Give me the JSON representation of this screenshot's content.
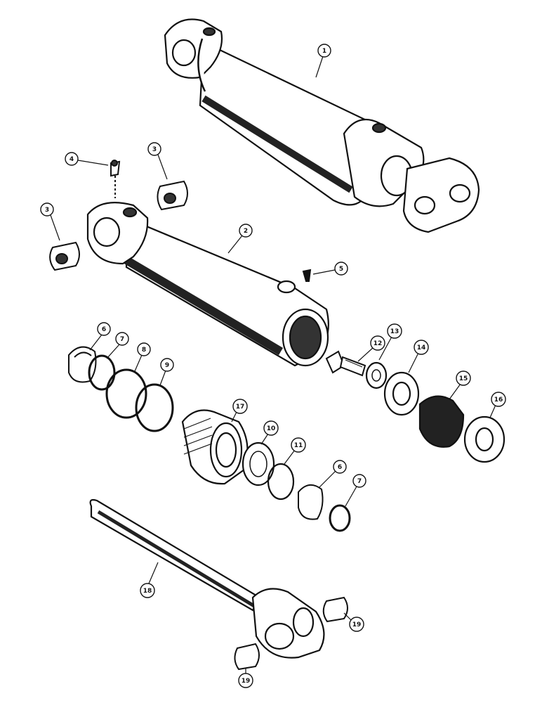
{
  "diagram": {
    "colors": {
      "ink": "#111111",
      "paper": "#ffffff",
      "shade": "#222222"
    },
    "callouts": [
      {
        "id": "c1",
        "text": "1"
      },
      {
        "id": "c2",
        "text": "2"
      },
      {
        "id": "c3a",
        "text": "3"
      },
      {
        "id": "c3b",
        "text": "3"
      },
      {
        "id": "c4",
        "text": "4"
      },
      {
        "id": "c5",
        "text": "5"
      },
      {
        "id": "c6a",
        "text": "6"
      },
      {
        "id": "c7a",
        "text": "7"
      },
      {
        "id": "c8a",
        "text": "8"
      },
      {
        "id": "c9",
        "text": "9"
      },
      {
        "id": "c17",
        "text": "17"
      },
      {
        "id": "c10a",
        "text": "10"
      },
      {
        "id": "c11",
        "text": "11"
      },
      {
        "id": "c6b",
        "text": "6"
      },
      {
        "id": "c7b",
        "text": "7"
      },
      {
        "id": "c12",
        "text": "12"
      },
      {
        "id": "c13",
        "text": "13"
      },
      {
        "id": "c14",
        "text": "14"
      },
      {
        "id": "c15",
        "text": "15"
      },
      {
        "id": "c16",
        "text": "16"
      },
      {
        "id": "c18",
        "text": "18"
      },
      {
        "id": "c19a",
        "text": "19"
      },
      {
        "id": "c19b",
        "text": "19"
      }
    ]
  }
}
